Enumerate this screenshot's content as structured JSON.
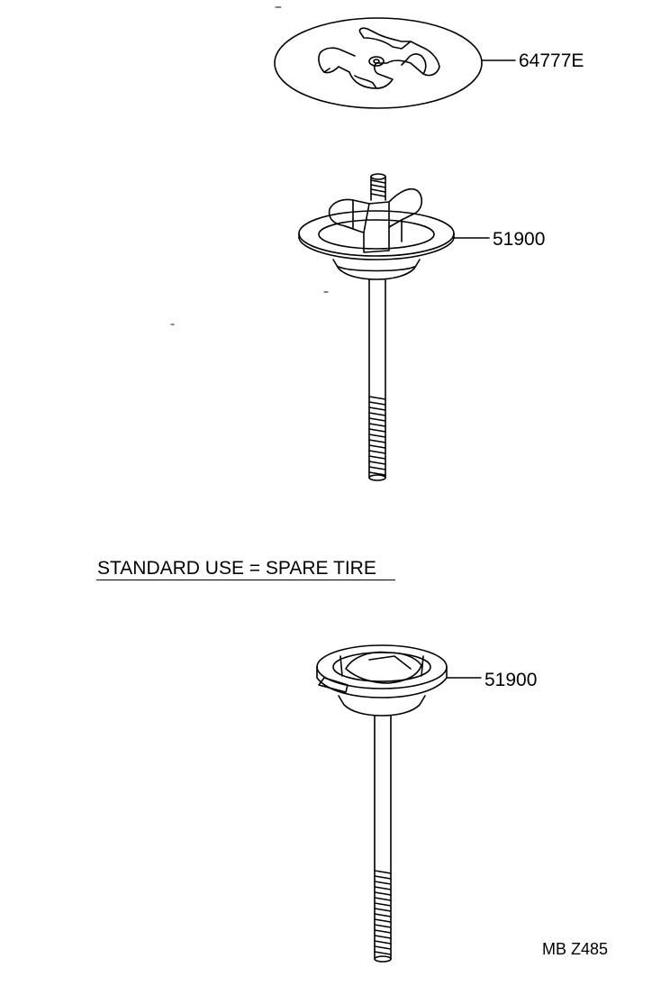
{
  "parts": [
    {
      "part_number": "64777E"
    },
    {
      "part_number": "51900"
    },
    {
      "part_number": "51900"
    }
  ],
  "section_title": "STANDARD USE = SPARE TIRE",
  "figure_code": "MB Z485"
}
